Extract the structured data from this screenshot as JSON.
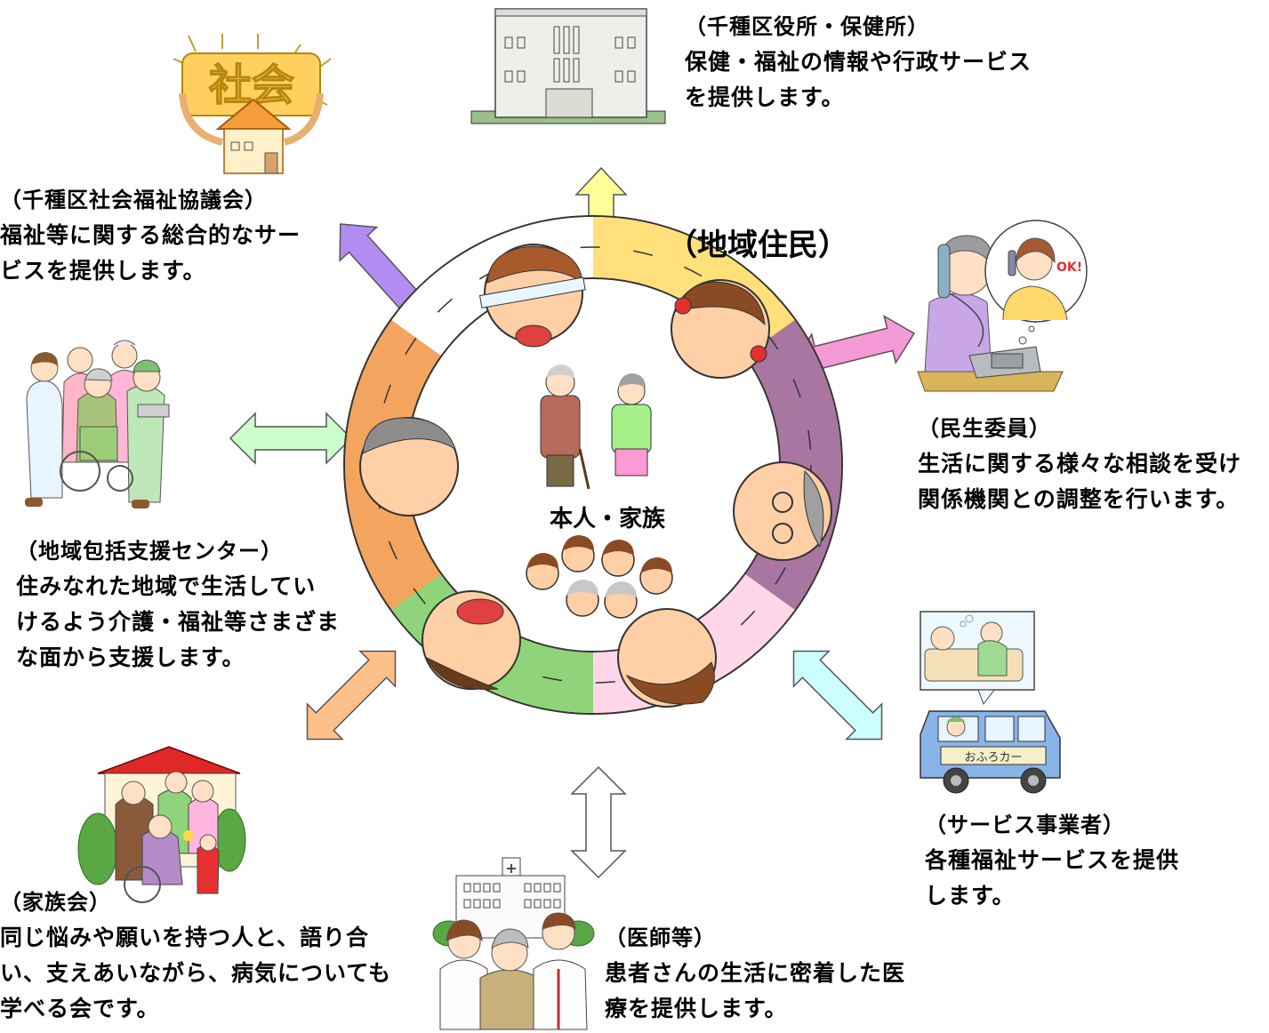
{
  "center": {
    "title": "（地域住民）",
    "label": "本人・家族"
  },
  "nodes": {
    "city_office": {
      "title": "（千種区役所・保健所）",
      "lines": [
        "保健・福祉の情報や行政サービス",
        "を提供します。"
      ]
    },
    "social_council": {
      "title": "（千種区社会福祉協議会）",
      "lines": [
        "福祉等に関する総合的なサー",
        "ビスを提供します。"
      ]
    },
    "welfare_commissioner": {
      "title": "（民生委員）",
      "lines": [
        "生活に関する様々な相談を受け",
        "関係機関との調整を行います。"
      ]
    },
    "support_center": {
      "title": "（地域包括支援センター）",
      "lines": [
        "住みなれた地域で生活してい",
        "けるよう介護・福祉等さまざま",
        "な面から支援します。"
      ]
    },
    "service_provider": {
      "title": "（サービス事業者）",
      "lines": [
        "各種福祉サービスを提供",
        "します。"
      ]
    },
    "family_group": {
      "title": "（家族会）",
      "lines": [
        "同じ悩みや願いを持つ人と、語り合",
        "い、支えあいながら、病気についても",
        "学べる会です。"
      ]
    },
    "doctors": {
      "title": "（医師等）",
      "lines": [
        "患者さんの生活に密着した医",
        "療を提供します。"
      ]
    }
  },
  "images": {
    "social_sign_text": "社会",
    "phone_ok_text": "OK!",
    "bath_car_text": "おふろカー"
  },
  "colors": {
    "arrow_top": "#ffff99",
    "arrow_top_left": "#b38cf2",
    "arrow_right": "#f59ad6",
    "arrow_left": "#ccffcc",
    "arrow_bottom_left": "#fcc089",
    "arrow_bottom_right": "#ccffff",
    "arrow_bottom": "#ffffff"
  }
}
